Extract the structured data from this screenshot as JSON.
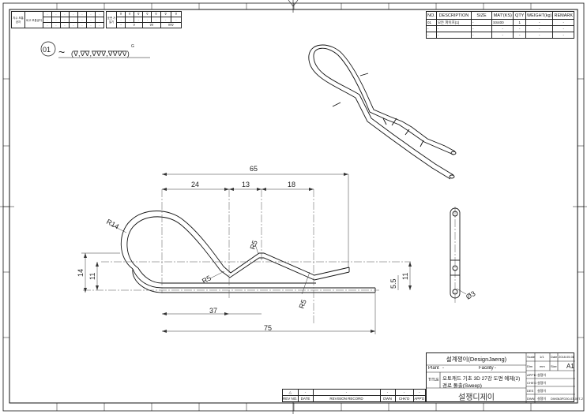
{
  "drawing": {
    "finish_note": {
      "item_no": "01",
      "tilde": "~",
      "symbols": "(∇,∇∇,∇∇∇,∇∇∇∇)",
      "superscript": "G"
    },
    "dimensions": {
      "d65": "65",
      "d24": "24",
      "d13": "13",
      "d18": "18",
      "r14": "R14",
      "r5_top": "R5",
      "r5_left": "R5",
      "r5_bottom": "R5",
      "d14": "14",
      "d11_left": "11",
      "d5_5": "5.5",
      "d11_right": "11",
      "d37": "37",
      "d75": "75",
      "dia3": "Ø3"
    }
  },
  "bom": {
    "headers": [
      "NO.",
      "DESCRIPTION",
      "SIZE",
      "MAT'(KS)",
      "QTY",
      "WEIGHT(kg)",
      "REMARK"
    ],
    "rows": [
      [
        "01",
        "모든 파이프(1)",
        "-",
        "SS400",
        "1",
        "-",
        "-"
      ],
      [
        "-",
        "-",
        "-",
        "-",
        "-",
        "-",
        "-"
      ],
      [
        "-",
        "-",
        "-",
        "-",
        "-",
        "-",
        "-"
      ]
    ]
  },
  "revision": {
    "row": [
      "△",
      "-",
      "-",
      "-",
      "-",
      "-"
    ],
    "headers": [
      "REV NO.",
      "DATE",
      "REVISION RECORD",
      "DWN",
      "CHK'D",
      "APP'D"
    ]
  },
  "title_block": {
    "company": "설계쟁이(DesignJaeng)",
    "plant_label": "Plant",
    "plant_value": "-",
    "facility_label": "Facility",
    "facility_value": "-",
    "title_label": "TITLE",
    "title_line1": "오토캐드 기초 3D 27강 도면 예제(2)",
    "title_line2": "경로 돌출(Sweep)",
    "brand": "설쟁디제이",
    "scale_label": "Scale",
    "scale_value": "1/1",
    "date_label": "Date",
    "date_value": "2018.05.08",
    "dim_label": "Dim",
    "dim_value": "mm",
    "size_label": "Size",
    "size_value": "A1",
    "sign_labels": [
      "APP'D",
      "CHK'D",
      "DES",
      "DWN",
      "DWG"
    ],
    "sign_values": [
      "설쟁이",
      "설쟁이",
      "설쟁이",
      "설쟁이",
      "A3FD30-03-027-2"
    ]
  },
  "general_tolerance": {
    "title_a": "치수 보통공차",
    "title_b": "비고 보통공차"
  },
  "surface_table": {
    "label": "표면 거칠기"
  },
  "colors": {
    "line": "#111111",
    "dim": "#333333",
    "center": "#555555"
  }
}
